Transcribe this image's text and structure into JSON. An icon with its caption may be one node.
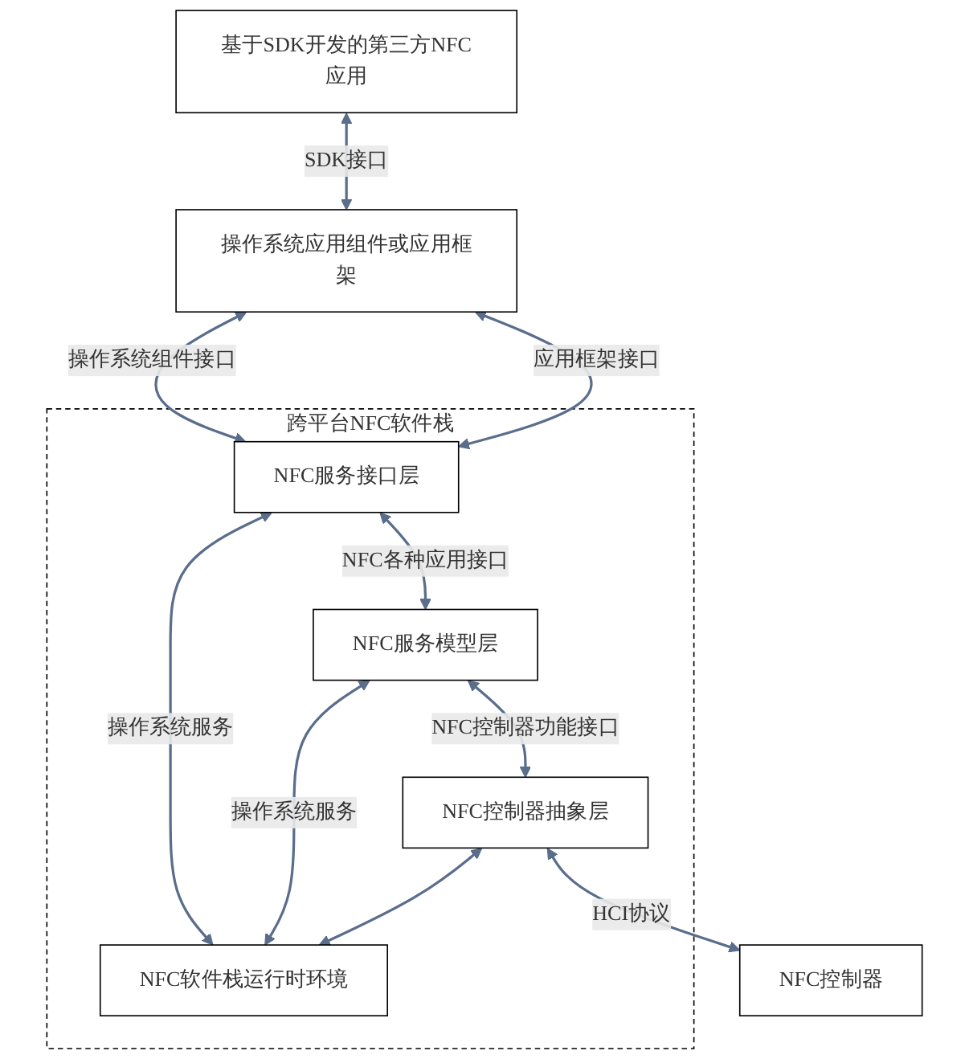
{
  "diagram": {
    "nodes": [
      {
        "text": [
          "基于SDK开发的第三方NFC应用"
        ]
      },
      {
        "text": [
          "操作系统应用组件或应用框架"
        ]
      },
      {
        "text": [
          "跨平台NFC软件栈"
        ]
      },
      {
        "text": [
          "NFC服务接口层"
        ],
        "in": 2
      },
      {
        "text": [
          "NFC服务模型层"
        ],
        "in": 2
      },
      {
        "text": [
          "NFC控制器抽象层"
        ],
        "in": 2
      },
      {
        "text": [
          "NFC软件栈运行时环境"
        ],
        "in": 2
      },
      {
        "text": [
          "NFC控制器"
        ]
      }
    ],
    "edges": [
      {
        "from": 0,
        "to": 1,
        "arrow": "both",
        "label": "SDK接口"
      },
      {
        "from": 1,
        "to": 3,
        "arrow": "both",
        "label": "操作系统组件接口"
      },
      {
        "from": 1,
        "to": 3,
        "arrow": "both",
        "label": "应用框架接口"
      },
      {
        "from": 3,
        "to": 4,
        "arrow": "both",
        "label": "NFC各种应用接口"
      },
      {
        "from": 4,
        "to": 5,
        "arrow": "both",
        "label": "NFC控制器功能接口"
      },
      {
        "from": 3,
        "to": 6,
        "arrow": "both",
        "label": "操作系统服务"
      },
      {
        "from": 4,
        "to": 6,
        "arrow": "both",
        "label": "操作系统服务"
      },
      {
        "from": 5,
        "to": 6,
        "arrow": "both"
      },
      {
        "from": 5,
        "to": 7,
        "arrow": "both",
        "label": "HCI协议"
      }
    ]
  }
}
